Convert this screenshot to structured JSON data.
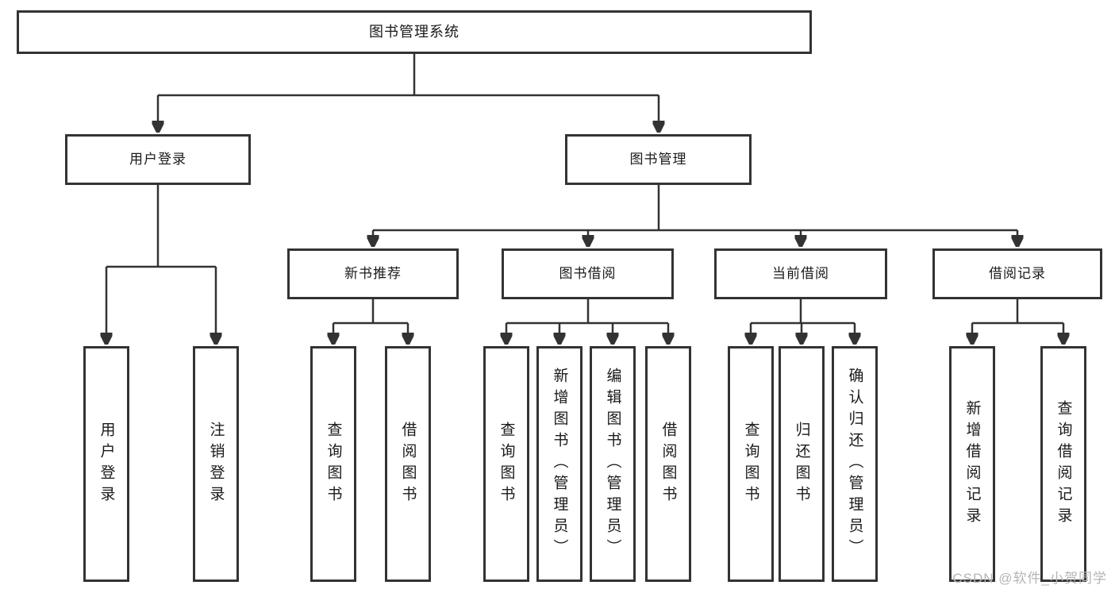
{
  "nodes": {
    "root": {
      "label": "图书管理系统"
    },
    "user_login": {
      "label": "用户登录"
    },
    "book_management": {
      "label": "图书管理"
    },
    "new_book_recommend": {
      "label": "新书推荐"
    },
    "book_borrowing": {
      "label": "图书借阅"
    },
    "current_borrowing": {
      "label": "当前借阅"
    },
    "borrowing_records": {
      "label": "借阅记录"
    },
    "leaf_user_login": {
      "label": "用户登录"
    },
    "leaf_logout": {
      "label": "注销登录"
    },
    "leaf_nbr_query_books": {
      "label": "查询图书"
    },
    "leaf_nbr_borrow_books": {
      "label": "借阅图书"
    },
    "leaf_bb_query_books": {
      "label": "查询图书"
    },
    "leaf_bb_add_books": {
      "label": "新增图书（管理员）"
    },
    "leaf_bb_edit_books": {
      "label": "编辑图书（管理员）"
    },
    "leaf_bb_borrow_books": {
      "label": "借阅图书"
    },
    "leaf_cb_query_books": {
      "label": "查询图书"
    },
    "leaf_cb_return_books": {
      "label": "归还图书"
    },
    "leaf_cb_confirm_return": {
      "label": "确认归还（管理员）"
    },
    "leaf_br_add_record": {
      "label": "新增借阅记录"
    },
    "leaf_br_query_record": {
      "label": "查询借阅记录"
    }
  },
  "hierarchy": {
    "图书管理系统": {
      "用户登录": [
        "用户登录",
        "注销登录"
      ],
      "图书管理": {
        "新书推荐": [
          "查询图书",
          "借阅图书"
        ],
        "图书借阅": [
          "查询图书",
          "新增图书（管理员）",
          "编辑图书（管理员）",
          "借阅图书"
        ],
        "当前借阅": [
          "查询图书",
          "归还图书",
          "确认归还（管理员）"
        ],
        "借阅记录": [
          "新增借阅记录",
          "查询借阅记录"
        ]
      }
    }
  },
  "watermark": {
    "text": "CSDN @软件_小贺同学"
  },
  "colors": {
    "line": "#333333",
    "box_border": "#333333",
    "text": "#1a1a1a",
    "watermark": "#b5b5b5",
    "background": "#ffffff"
  }
}
